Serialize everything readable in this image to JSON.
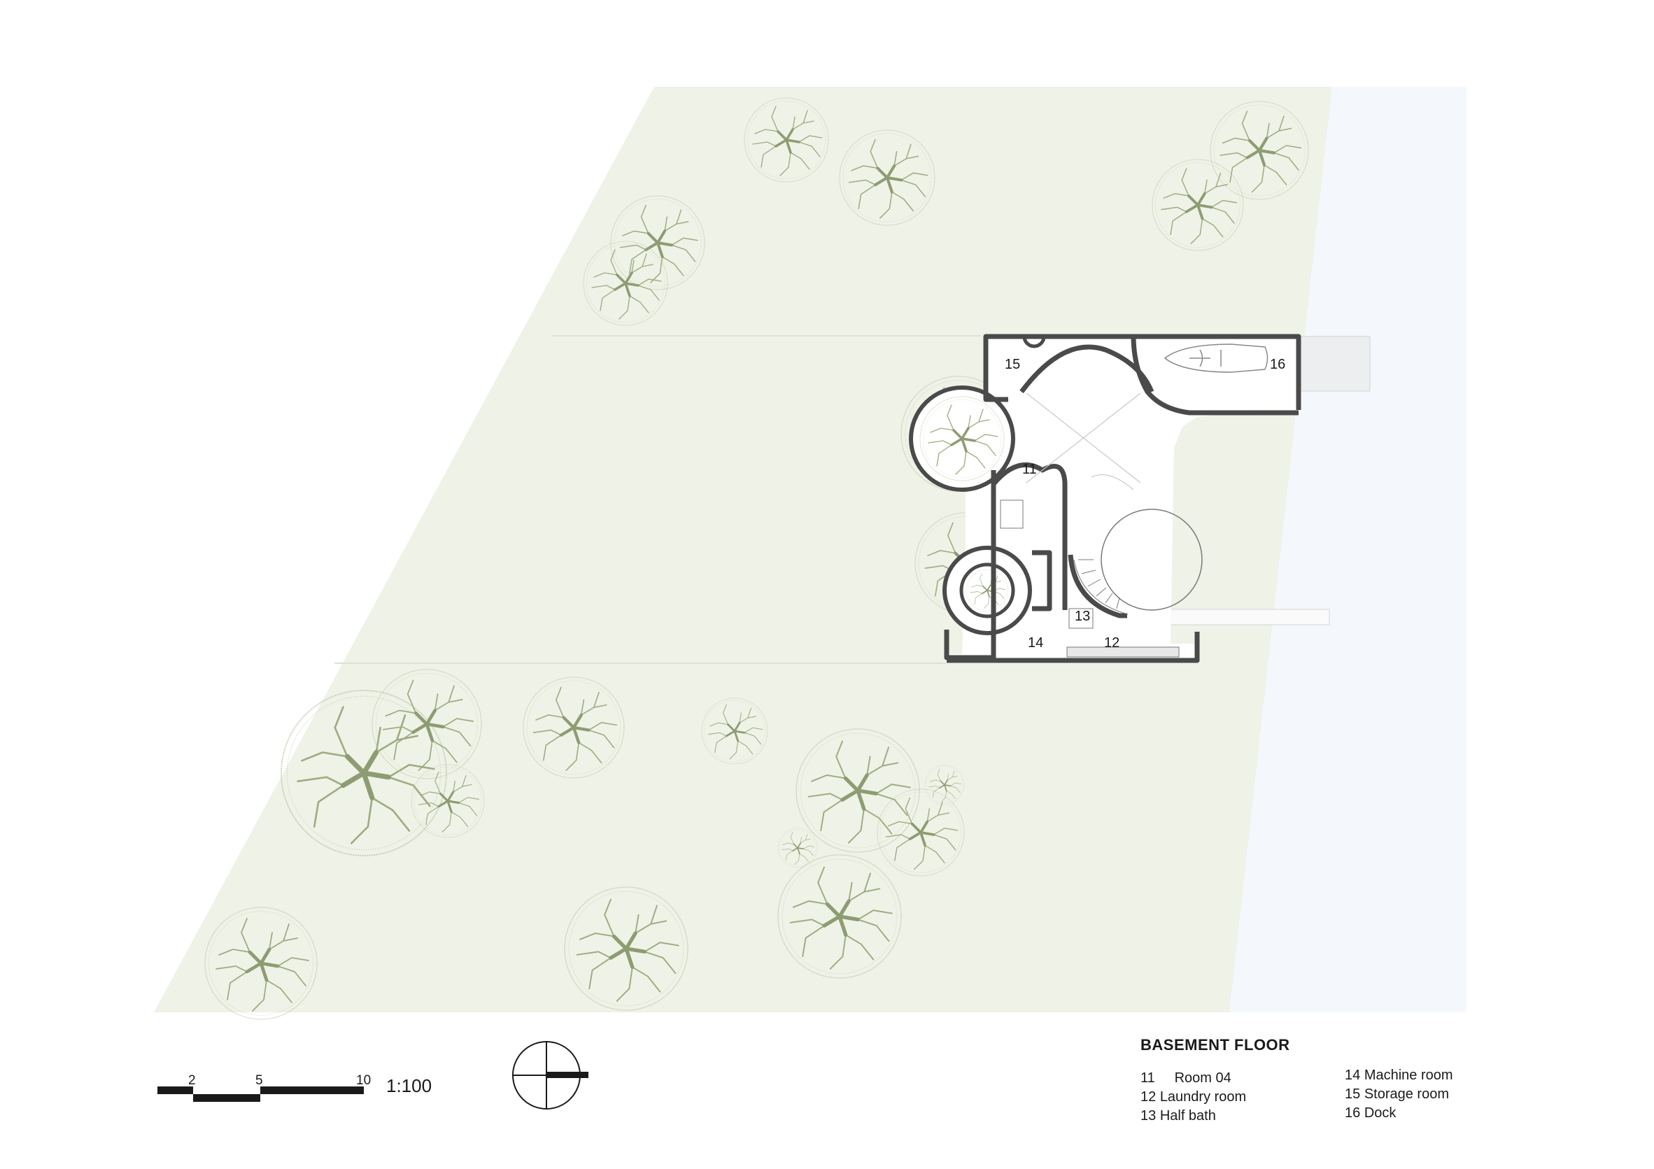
{
  "drawing": {
    "title": "BASEMENT FLOOR",
    "scale_ratio": "1:100",
    "scale_bar_labels": [
      "2",
      "5",
      "10"
    ],
    "room_numbers": [
      "11",
      "12",
      "13",
      "14",
      "15",
      "16"
    ]
  },
  "legend": {
    "left": [
      {
        "num": "11",
        "name": "Room 04"
      },
      {
        "num": "12",
        "name": "Laundry room"
      },
      {
        "num": "13",
        "name": "Half bath"
      }
    ],
    "right": [
      {
        "num": "14",
        "name": "Machine room"
      },
      {
        "num": "15",
        "name": "Storage room"
      },
      {
        "num": "16",
        "name": "Dock"
      }
    ]
  },
  "colors": {
    "lawn": "#eef2e7",
    "water": "#f4f8fc",
    "tree": "#a9b48d",
    "tree_trunk": "#8e9c72",
    "wall": "#4a4a4a",
    "ink": "#1a1a1a"
  },
  "icons": [
    "tree-icon",
    "north-arrow-icon",
    "boat-icon"
  ]
}
